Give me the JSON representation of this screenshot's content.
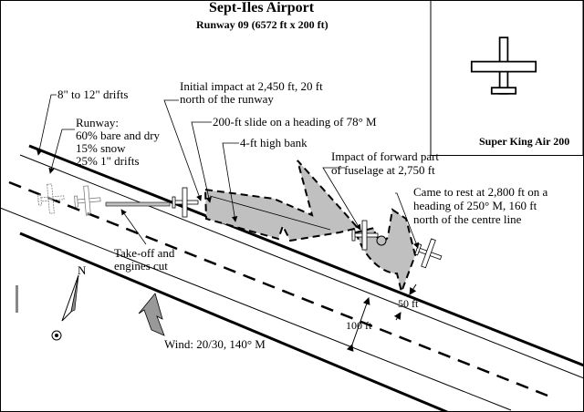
{
  "title": "Sept-Iles Airport",
  "subtitle": "Runway 09 (6572 ft x 200 ft)",
  "inset_label": "Super King Air 200",
  "labels": {
    "drifts": "8\" to 12\" drifts",
    "runway_1": "Runway:",
    "runway_2": "60% bare and dry",
    "runway_3": "15% snow",
    "runway_4": "25% 1\" drifts",
    "impact_1": "Initial impact at 2,450 ft, 20 ft",
    "impact_2": "north of the runway",
    "slide": "200-ft slide on a heading of 78° M",
    "bank": "4-ft high bank",
    "forward_1": "Impact of forward part",
    "forward_2": "of fuselage at 2,750 ft",
    "rest_1": "Came to rest at 2,800 ft on a",
    "rest_2": "heading of 250° M, 160 ft",
    "rest_3": "north of the centre line",
    "takeoff_1": "Take-off and",
    "takeoff_2": "engines cut",
    "north": "N",
    "wind": "Wind: 20/30, 140° M",
    "dist_50": "50 ft",
    "dist_100": "100 ft"
  },
  "colors": {
    "fill": "#c0c0c0",
    "line": "#000000"
  }
}
